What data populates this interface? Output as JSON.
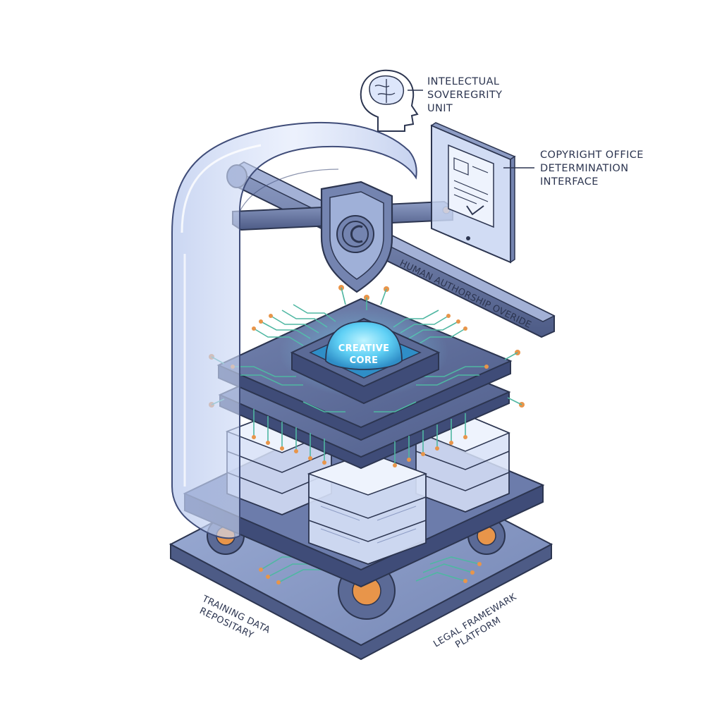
{
  "labels": {
    "sovereignty_unit": [
      "INTELECTUAL",
      "SOVEREGRITY",
      "UNIT"
    ],
    "copyright_office": [
      "COPYRIGHT OFFICE",
      "DETERMINATION",
      "INTERFACE"
    ],
    "authorship_bar": "HUMAN AUTHORSHIP OVERIDE",
    "creative_core": [
      "CREATIVE",
      "CORE"
    ],
    "training_repository": [
      "TRAINING DATA",
      "REPOSITARY"
    ],
    "legal_platform": [
      "LEGAL FRAMEWARK",
      "PLATFORM"
    ]
  },
  "icons": {
    "head": "brain-head-icon",
    "document": "checked-document-icon",
    "shield": "copyright-shield-icon"
  },
  "colors": {
    "outline": "#2c3550",
    "steel": "#5b6a96",
    "steel_light": "#8d9cc4",
    "glass": "#c9d6f2",
    "circuit": "#4fb7a2",
    "core_glow": "#5fd0f5",
    "accent_orange": "#e8954a"
  }
}
